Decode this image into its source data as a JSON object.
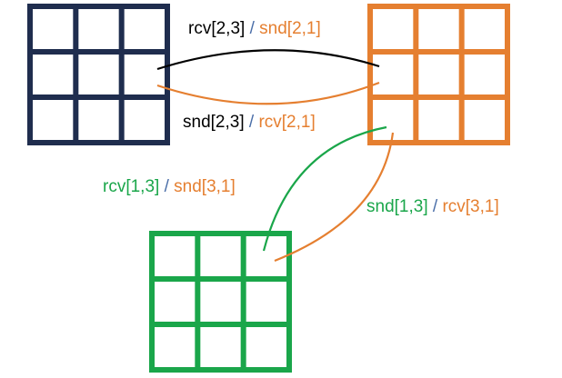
{
  "colors": {
    "navy": "#1f2d4e",
    "orange": "#e57f30",
    "green": "#1aa64a",
    "black": "#000000",
    "slash": "#4a6ea8"
  },
  "grids": [
    {
      "name": "navy-grid",
      "rows": 3,
      "cols": 3,
      "color": "navy"
    },
    {
      "name": "orange-grid",
      "rows": 3,
      "cols": 3,
      "color": "orange"
    },
    {
      "name": "green-grid",
      "rows": 3,
      "cols": 3,
      "color": "green"
    }
  ],
  "labels": {
    "top": {
      "left": "rcv[2,3]",
      "sep": " / ",
      "right": "snd[2,1]"
    },
    "middle": {
      "left": "snd[2,3]",
      "sep": " / ",
      "right": "rcv[2,1]"
    },
    "green_left": {
      "left": "rcv[1,3]",
      "sep": " / ",
      "right": "snd[3,1]"
    },
    "right_lower": {
      "left": "snd[1,3]",
      "sep": " / ",
      "right": "rcv[3,1]"
    }
  }
}
